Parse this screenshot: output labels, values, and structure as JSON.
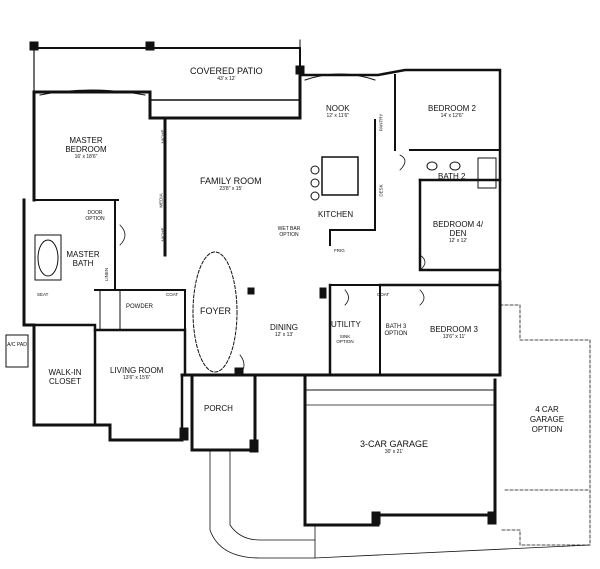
{
  "rooms": {
    "covered_patio": {
      "name": "COVERED PATIO",
      "dim": "43' x 12'"
    },
    "nook": {
      "name": "NOOK",
      "dim": "12' x 11'6\""
    },
    "bedroom2": {
      "name": "BEDROOM 2",
      "dim": "14' x 12'6\""
    },
    "master_bedroom": {
      "name": "MASTER BEDROOM",
      "dim": "16' x 18'6\""
    },
    "family_room": {
      "name": "FAMILY ROOM",
      "dim": "23'8\" x 15'"
    },
    "kitchen": {
      "name": "KITCHEN"
    },
    "bath2": {
      "name": "BATH 2"
    },
    "bedroom4": {
      "name": "BEDROOM 4/ DEN",
      "dim": "12' x 12'"
    },
    "master_bath": {
      "name": "MASTER BATH"
    },
    "foyer": {
      "name": "FOYER"
    },
    "dining": {
      "name": "DINING",
      "dim": "12' x 13'"
    },
    "utility": {
      "name": "UTILITY"
    },
    "bath3": {
      "name": "BATH 3 OPTION"
    },
    "bedroom3": {
      "name": "BEDROOM 3",
      "dim": "13'6\" x 11'"
    },
    "powder": {
      "name": "POWDER"
    },
    "living_room": {
      "name": "LIVING ROOM",
      "dim": "13'6\" x 15'6\""
    },
    "walkin_closet": {
      "name": "WALK-IN CLOSET"
    },
    "ac_pad": {
      "name": "A/C PAD"
    },
    "porch": {
      "name": "PORCH"
    },
    "garage": {
      "name": "3-CAR GARAGE",
      "dim": "30' x 21'"
    },
    "garage_option": {
      "name": "4 CAR GARAGE OPTION"
    }
  },
  "small_labels": {
    "door_option": "DOOR OPTION",
    "wet_bar": "WET BAR OPTION",
    "media": "MEDIA",
    "niche": "NICHE",
    "seat": "SEAT",
    "linen": "LINEN",
    "coat": "COAT",
    "pantry": "PANTRY",
    "desk": "DESK",
    "sink_option": "SINK OPTION",
    "frig": "FRIG"
  }
}
